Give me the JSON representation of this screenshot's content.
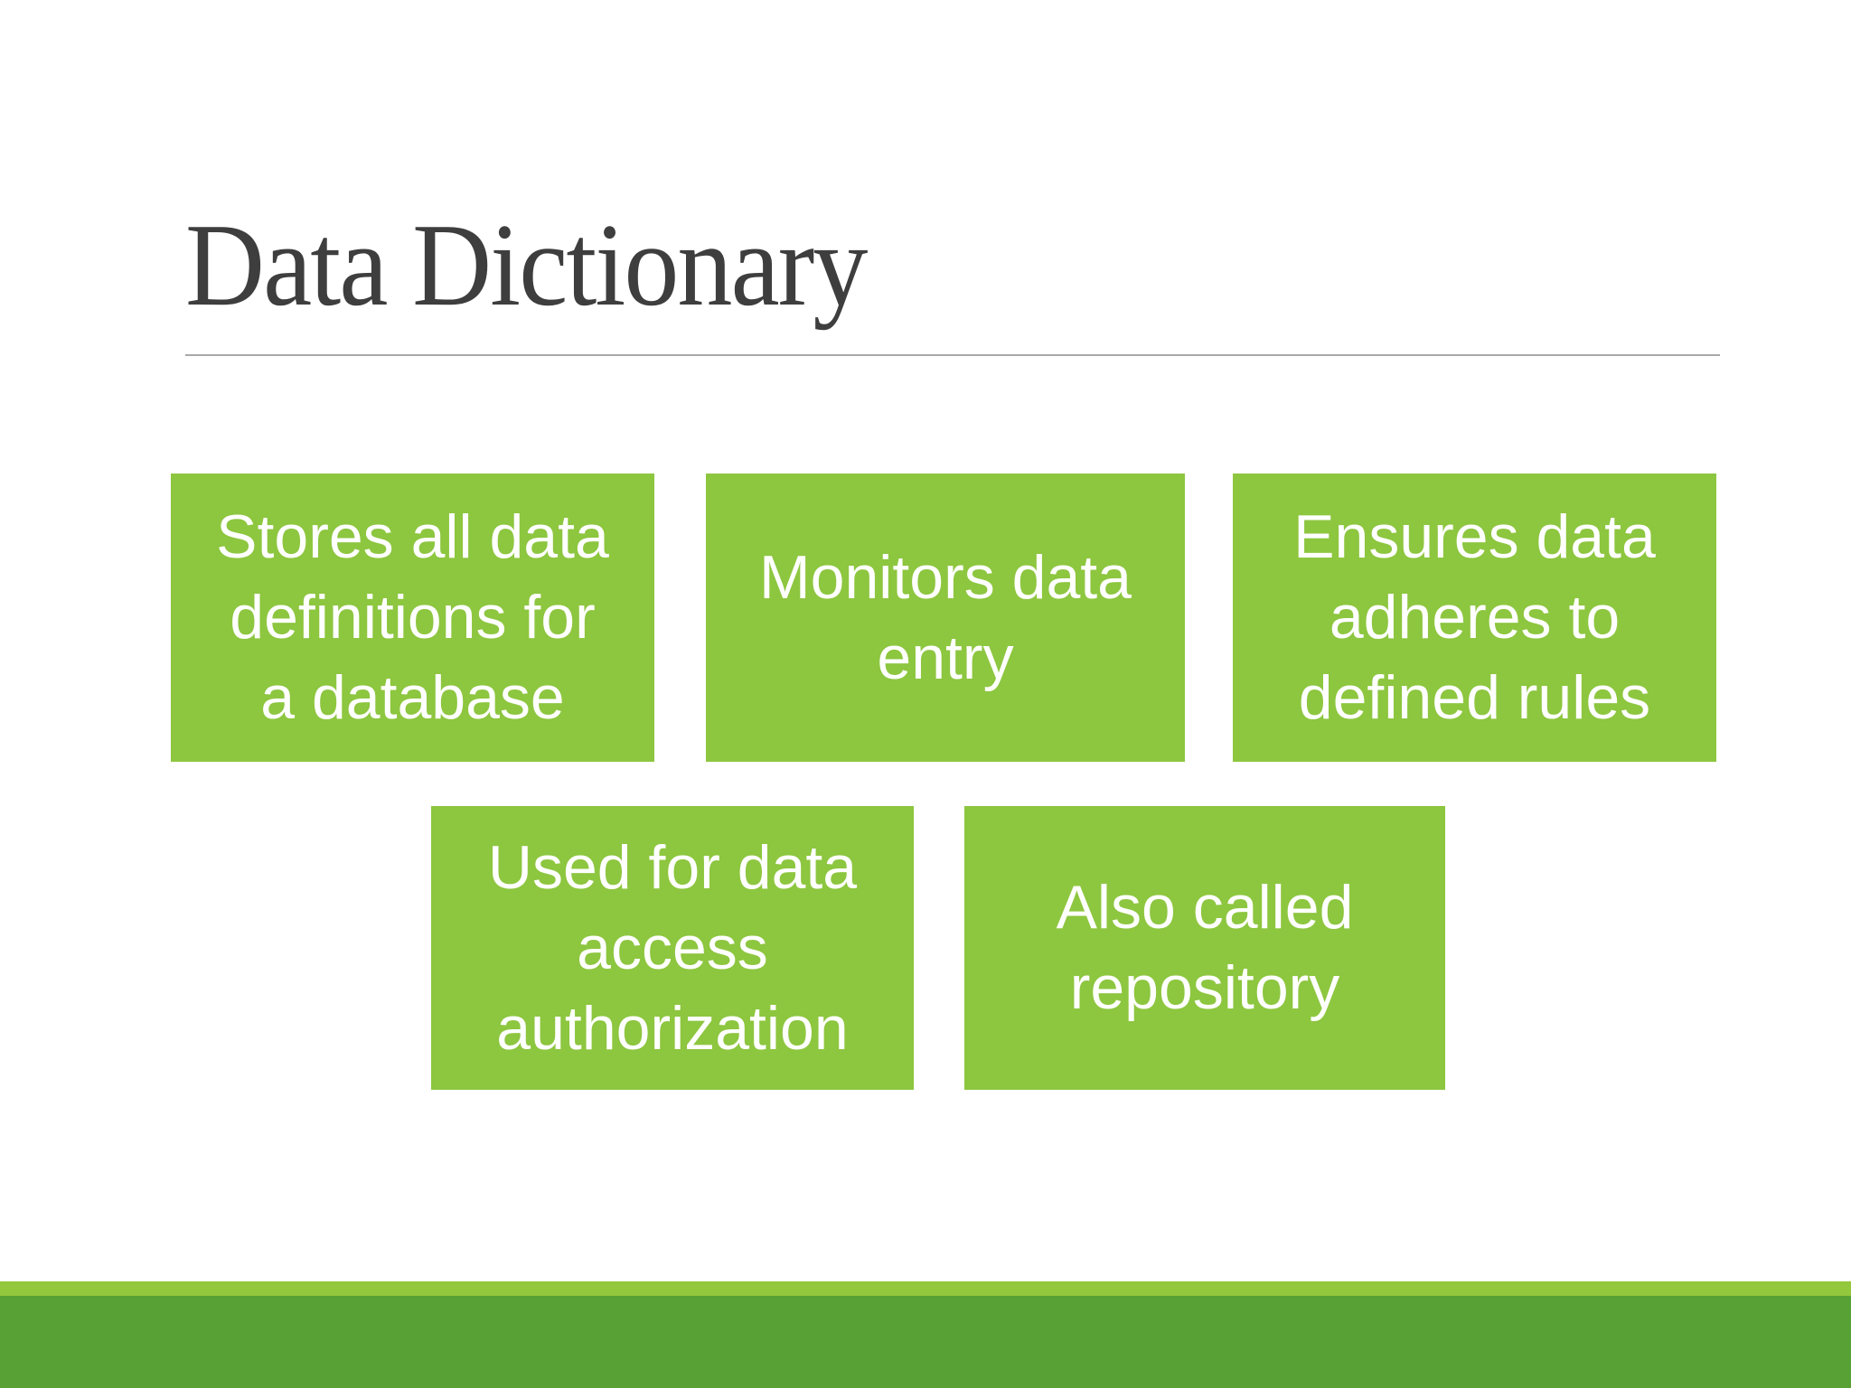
{
  "title": {
    "text": "Data Dictionary"
  },
  "boxes": [
    {
      "id": "stores-definitions",
      "text": "Stores all data\ndefinitions for\na database"
    },
    {
      "id": "monitors-entry",
      "text": "Monitors data\nentry"
    },
    {
      "id": "ensures-rules",
      "text": "Ensures data\nadheres to\ndefined rules"
    },
    {
      "id": "access-authorization",
      "text": "Used for data\naccess\nauthorization"
    },
    {
      "id": "also-called-repository",
      "text": "Also called\nrepository"
    }
  ],
  "colors": {
    "box_green": "#8dc63f",
    "accent_strip_green": "#93c83d",
    "footer_bar_green": "#58a135",
    "title_color": "#3e3e3e",
    "underline_gray": "#a8a8a8",
    "box_text_color": "#ffffff",
    "background": "#ffffff"
  }
}
